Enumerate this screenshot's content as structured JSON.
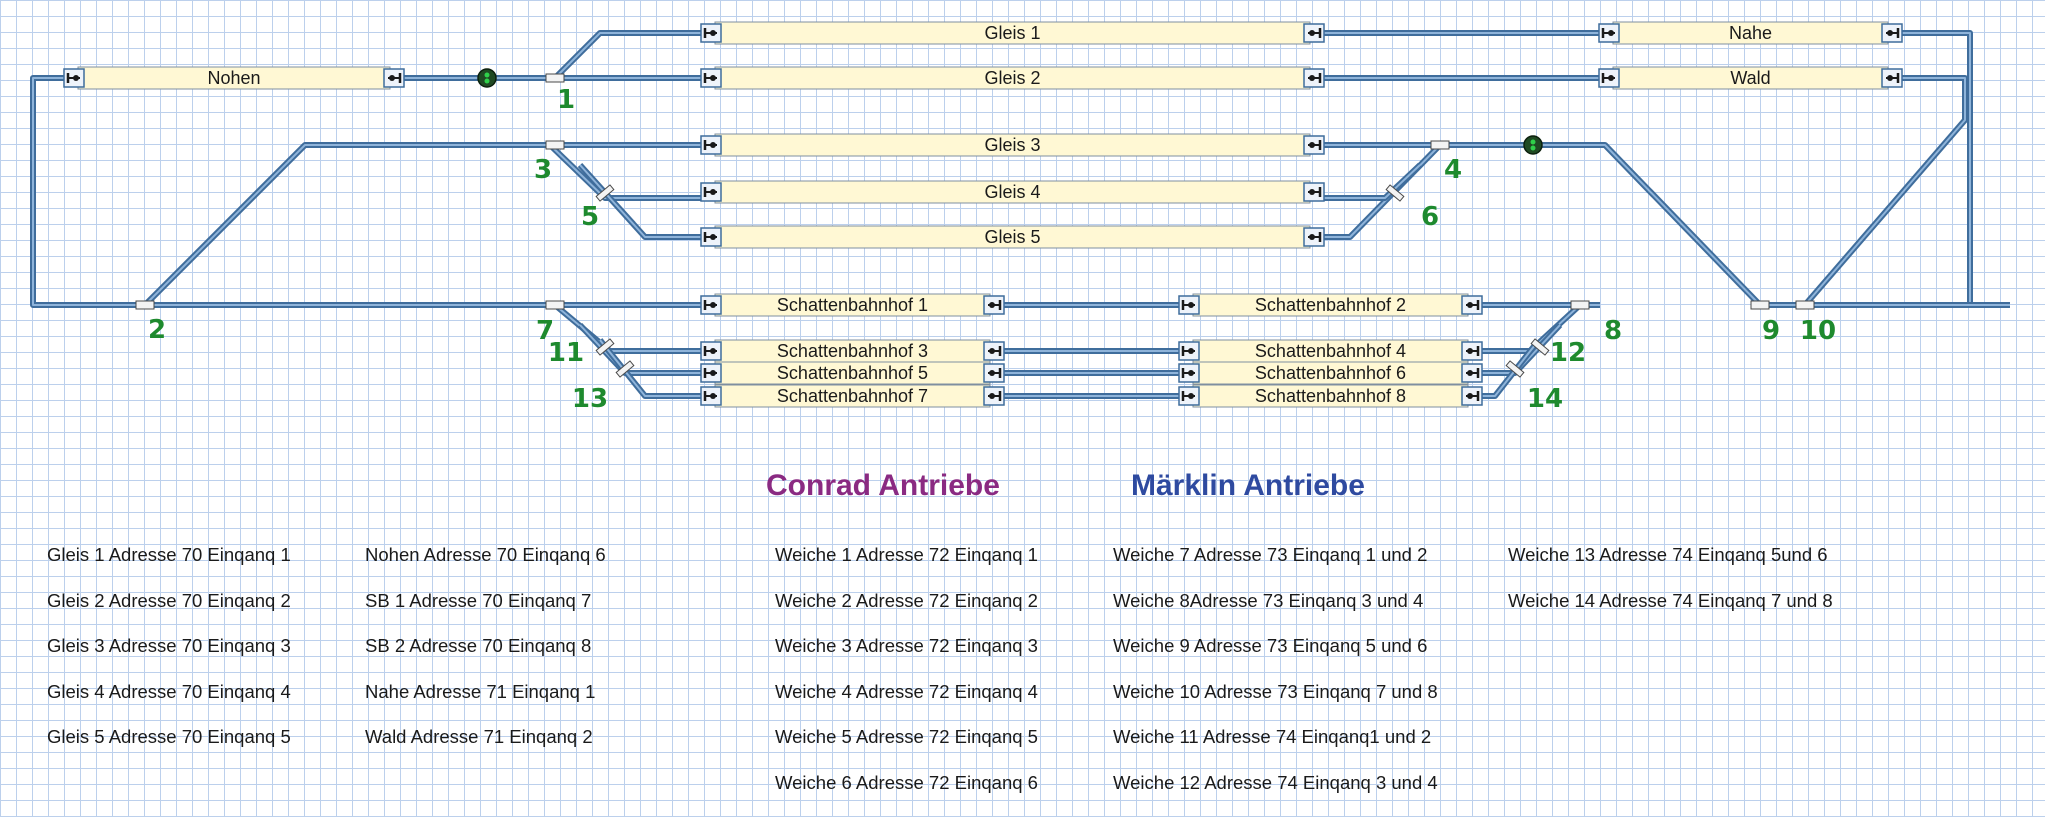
{
  "tracks": {
    "gleis1": "Gleis 1",
    "gleis2": "Gleis 2",
    "gleis3": "Gleis 3",
    "gleis4": "Gleis 4",
    "gleis5": "Gleis 5",
    "nohen": "Nohen",
    "nahe": "Nahe",
    "wald": "Wald",
    "sb1": "Schattenbahnhof 1",
    "sb2": "Schattenbahnhof 2",
    "sb3": "Schattenbahnhof 3",
    "sb4": "Schattenbahnhof 4",
    "sb5": "Schattenbahnhof 5",
    "sb6": "Schattenbahnhof 6",
    "sb7": "Schattenbahnhof 7",
    "sb8": "Schattenbahnhof 8"
  },
  "switch_numbers": [
    "1",
    "2",
    "3",
    "4",
    "5",
    "6",
    "7",
    "8",
    "9",
    "10",
    "11",
    "12",
    "13",
    "14"
  ],
  "headings": {
    "conrad": "Conrad Antriebe",
    "maerklin": "Märklin Antriebe"
  },
  "notes": {
    "col1": [
      "Gleis 1  Adresse 70 Einqanq 1",
      "Gleis 2 Adresse 70 Einqanq 2",
      "Gleis 3 Adresse 70 Einqanq 3",
      "Gleis 4 Adresse 70 Einqanq 4",
      "Gleis 5 Adresse 70 Einqanq 5"
    ],
    "col2": [
      "Nohen  Adresse 70 Einqanq 6",
      "SB 1 Adresse 70 Einqanq 7",
      "SB 2 Adresse 70 Einqanq 8",
      "Nahe  Adresse 71 Einqanq 1",
      "Wald  Adresse 71 Einqanq 2"
    ],
    "col3": [
      "Weiche 1 Adresse 72 Einqanq 1",
      "Weiche 2 Adresse 72 Einqanq 2",
      "Weiche 3 Adresse 72 Einqanq 3",
      "Weiche 4 Adresse 72 Einqanq 4",
      "Weiche 5 Adresse 72 Einqanq 5",
      "Weiche 6 Adresse 72 Einqanq 6"
    ],
    "col4": [
      "Weiche 7 Adresse 73 Einqanq 1 und 2",
      "Weiche 8Adresse 73 Einqanq 3 und 4",
      "Weiche 9 Adresse 73 Einqanq 5 und 6",
      "Weiche 10 Adresse 73 Einqanq 7 und 8",
      "Weiche 11 Adresse 74 Einqanq1  und 2",
      "Weiche 12 Adresse 74 Einqanq 3 und 4"
    ],
    "col5": [
      "Weiche 13 Adresse 74 Einqanq 5und 6",
      "Weiche 14 Adresse 74 Einqanq 7 und 8"
    ]
  },
  "colors": {
    "track": "#3f6d9c",
    "track_inner": "#8fb4da",
    "label_fill": "#fff8d4",
    "number": "#1e8a2e",
    "conrad": "#8a2a82",
    "maerklin": "#2e4aa0",
    "grid": "#bcd0ec"
  }
}
